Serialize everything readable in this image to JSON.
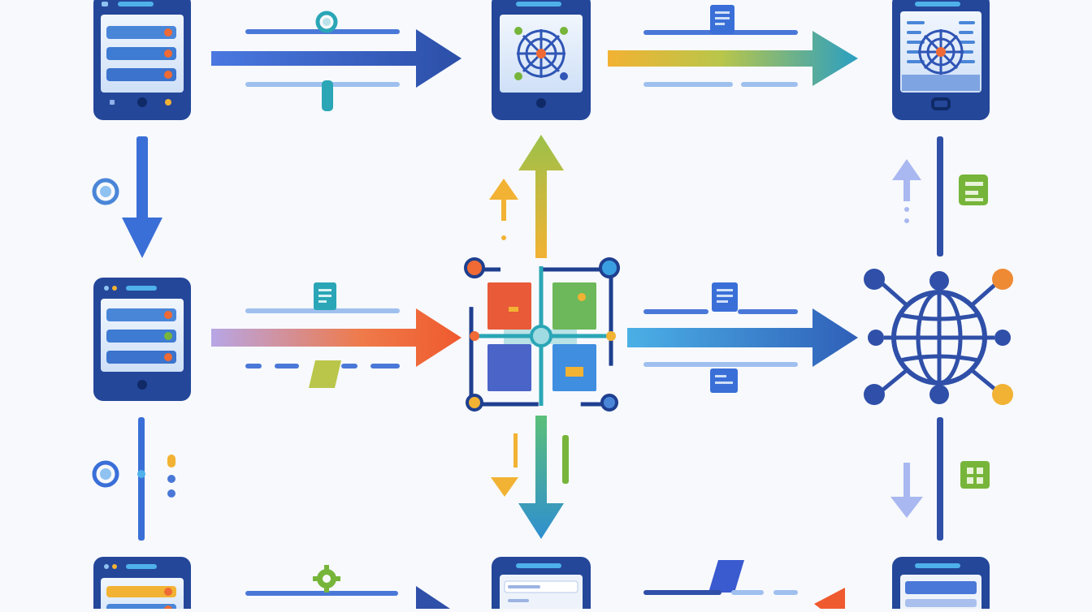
{
  "diagram": {
    "colors": {
      "navy": "#1f3f8f",
      "blue": "#3a6fd8",
      "sky": "#4b9fe0",
      "teal": "#2aa6b6",
      "green": "#76b53a",
      "lime": "#b9c64a",
      "yellow": "#f2b233",
      "orange": "#ef6a34",
      "red": "#e4553a",
      "lavender": "#a9b8f0",
      "screen": "#e8f0fb",
      "grid": "#f7f9fc"
    },
    "nodes": [
      {
        "id": "app-top-left",
        "kind": "app-list",
        "label": ""
      },
      {
        "id": "app-top-center",
        "kind": "app-network",
        "label": ""
      },
      {
        "id": "app-top-right",
        "kind": "app-network",
        "label": ""
      },
      {
        "id": "app-mid-left",
        "kind": "app-list",
        "label": ""
      },
      {
        "id": "central-hub",
        "kind": "hub-grid",
        "label": ""
      },
      {
        "id": "globe-network",
        "kind": "globe",
        "label": ""
      },
      {
        "id": "app-bottom-left",
        "kind": "app-list",
        "label": ""
      },
      {
        "id": "app-bottom-center",
        "kind": "app-form",
        "label": ""
      },
      {
        "id": "app-bottom-right",
        "kind": "app-form",
        "label": ""
      }
    ],
    "edges": [
      {
        "from": "app-top-left",
        "to": "app-top-center",
        "style": "solid-blue"
      },
      {
        "from": "app-top-center",
        "to": "app-top-right",
        "style": "gradient-yellow-teal"
      },
      {
        "from": "app-top-left",
        "to": "app-mid-left",
        "style": "solid-blue"
      },
      {
        "from": "central-hub",
        "to": "app-top-center",
        "style": "gradient-lime"
      },
      {
        "from": "app-mid-left",
        "to": "central-hub",
        "style": "gradient-lavender-orange"
      },
      {
        "from": "central-hub",
        "to": "globe-network",
        "style": "gradient-sky-navy"
      },
      {
        "from": "globe-network",
        "to": "app-top-right",
        "style": "line-with-light-arrow"
      },
      {
        "from": "central-hub",
        "to": "app-bottom-center",
        "style": "gradient-teal-blue"
      },
      {
        "from": "globe-network",
        "to": "app-bottom-right",
        "style": "line-with-light-arrow"
      },
      {
        "from": "app-bottom-left",
        "to": "app-bottom-center",
        "style": "solid-navy"
      },
      {
        "from": "app-bottom-center",
        "to": "app-bottom-right",
        "style": "orange"
      }
    ],
    "icons": [
      "circle-node-icon",
      "document-icon",
      "gear-icon",
      "ticket-icon",
      "dots-icon"
    ]
  }
}
